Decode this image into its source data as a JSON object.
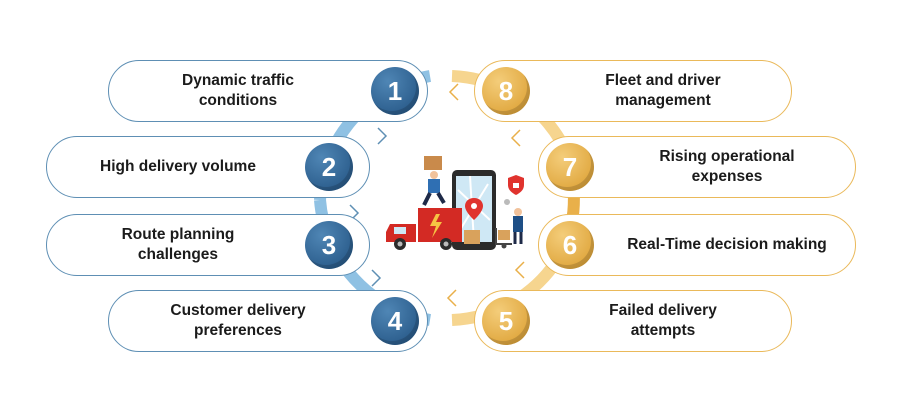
{
  "colors": {
    "blue": "#2d6393",
    "blue_light": "#8fc1e3",
    "gold": "#e9b04a",
    "gold_light": "#f6d58f"
  },
  "items": [
    {
      "number": "1",
      "label": "Dynamic traffic\nconditions"
    },
    {
      "number": "2",
      "label": "High delivery volume"
    },
    {
      "number": "3",
      "label": "Route planning\nchallenges"
    },
    {
      "number": "4",
      "label": "Customer delivery\npreferences"
    },
    {
      "number": "5",
      "label": "Failed delivery\nattempts"
    },
    {
      "number": "6",
      "label": "Real-Time decision making"
    },
    {
      "number": "7",
      "label": "Rising operational\nexpenses"
    },
    {
      "number": "8",
      "label": "Fleet and driver\nmanagement"
    }
  ],
  "center_illustration": {
    "icons": [
      "delivery-truck-icon",
      "smartphone-map-icon",
      "courier-with-box-icon",
      "courier-with-hand-truck-icon",
      "location-pin-icon",
      "shield-lock-icon"
    ]
  }
}
